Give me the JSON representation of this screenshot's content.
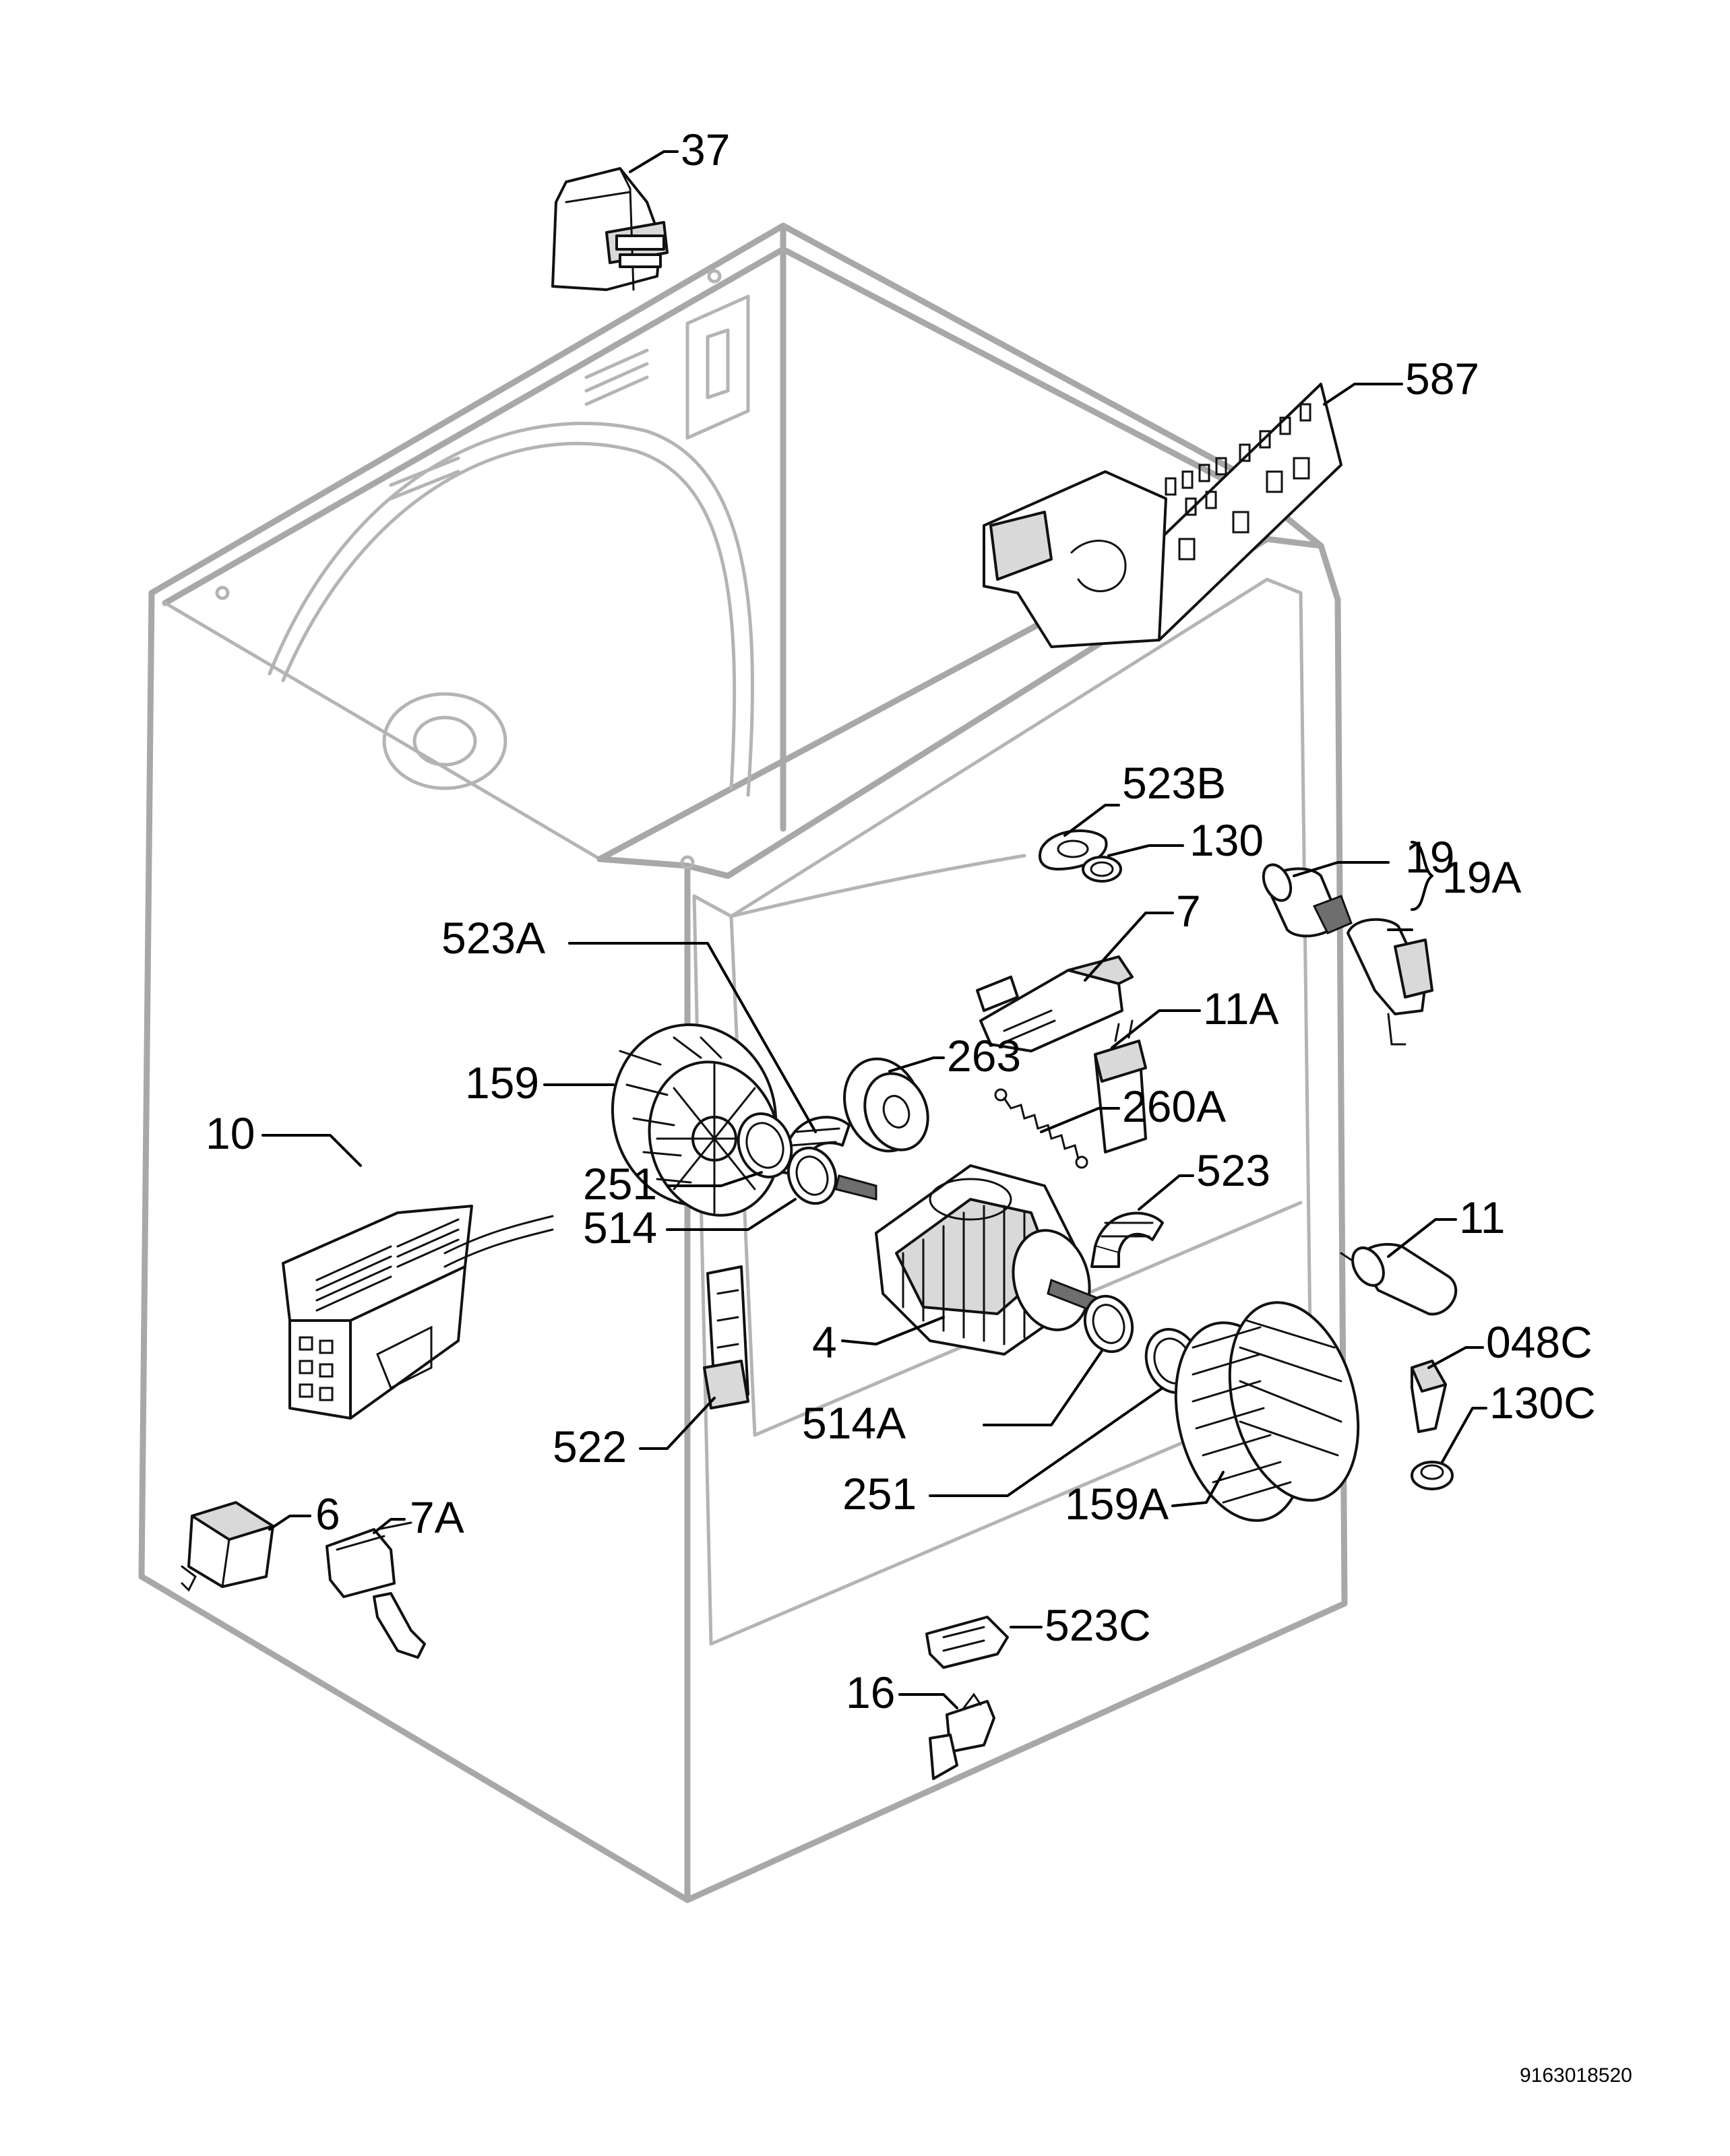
{
  "callouts": {
    "c37": "37",
    "c587": "587",
    "c523B": "523B",
    "c130": "130",
    "c19": "19",
    "c19A": "19A",
    "c7": "7",
    "c523A": "523A",
    "c11A": "11A",
    "c159": "159",
    "c263": "263",
    "c260A": "260A",
    "c10": "10",
    "c523": "523",
    "c251a": "251",
    "c514": "514",
    "c11": "11",
    "c4": "4",
    "c048C": "048C",
    "c130C": "130C",
    "c514A": "514A",
    "c522": "522",
    "c251b": "251",
    "c159A": "159A",
    "c6": "6",
    "c7A": "7A",
    "c523C": "523C",
    "c16": "16"
  },
  "drawing_reference": "9163018520"
}
